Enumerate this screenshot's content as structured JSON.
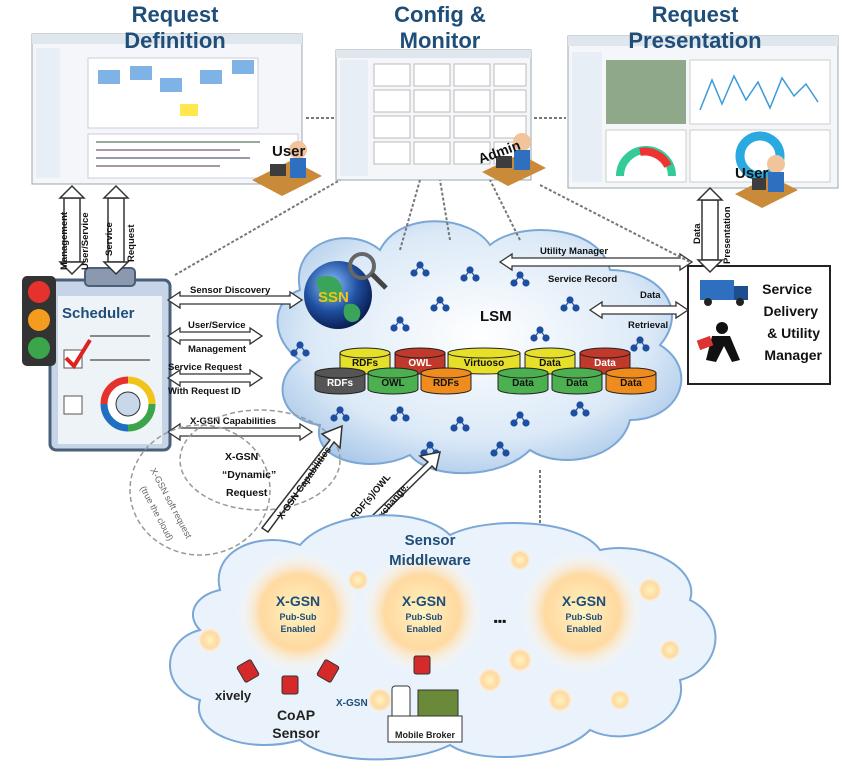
{
  "titles": {
    "request_definition": [
      "Request",
      "Definition"
    ],
    "config_monitor": [
      "Config &",
      "Monitor"
    ],
    "request_presentation": [
      "Request",
      "Presentation"
    ]
  },
  "actors": {
    "user": "User",
    "admin": "Admin"
  },
  "scheduler": {
    "label": "Scheduler"
  },
  "service_delivery": {
    "lines": [
      "Service",
      "Delivery",
      "& Utility",
      "Manager"
    ]
  },
  "lsm": {
    "label": "LSM",
    "ssn": "SSN",
    "cylinders_top": [
      "RDFs",
      "OWL",
      "Virtuoso",
      "Data",
      "Data"
    ],
    "cylinders_bottom": [
      "RDFs",
      "OWL",
      "RDFs",
      "Data",
      "Data",
      "Data"
    ]
  },
  "arrows": {
    "management_user_service": [
      "Management",
      "User/Service"
    ],
    "service_request": [
      "Service",
      "Request"
    ],
    "data_presentation": [
      "Data",
      "Presentation"
    ],
    "sensor_discovery": "Sensor Discovery",
    "user_service_management": [
      "User/Service",
      "Management"
    ],
    "service_request_id": [
      "Service Request",
      "With Request ID"
    ],
    "utility_manager": "Utility Manager",
    "service_record": "Service Record",
    "data_retrieval": [
      "Data",
      "Retrieval"
    ],
    "xgsn_capabilities": "X-GSN Capabilities",
    "xgsn_dynamic": [
      "X-GSN",
      "“Dynamic”",
      "Request"
    ],
    "xgsn_capabilities_diag": "X-GSN Capabilities",
    "xgsn_soft_request": "X-GSN soft request",
    "true_the_cloud": "(true the cloud)",
    "rdf_owl": "RDF(s)/OWL",
    "data_exchange": "Data exchange."
  },
  "middleware": {
    "title": [
      "Sensor",
      "Middleware"
    ],
    "nodes": [
      {
        "name": "X-GSN",
        "sub1": "Pub-Sub",
        "sub2": "Enabled"
      },
      {
        "name": "X-GSN",
        "sub1": "Pub-Sub",
        "sub2": "Enabled"
      },
      {
        "name": "X-GSN",
        "sub1": "Pub-Sub",
        "sub2": "Enabled"
      }
    ],
    "ellipsis": "▪▪▪",
    "xively": "xively",
    "coap": [
      "CoAP",
      "Sensor"
    ],
    "xgsn_small": "X-GSN",
    "mobile_broker": "Mobile Broker"
  },
  "colors": {
    "title": "#1f4e79",
    "cloud": "#cfe3f6",
    "cylinder_yellow": "#e6e02a",
    "cylinder_red": "#c0392b",
    "cylinder_green": "#4caf50",
    "cylinder_orange": "#f08c1e",
    "cylinder_dark": "#555555"
  }
}
